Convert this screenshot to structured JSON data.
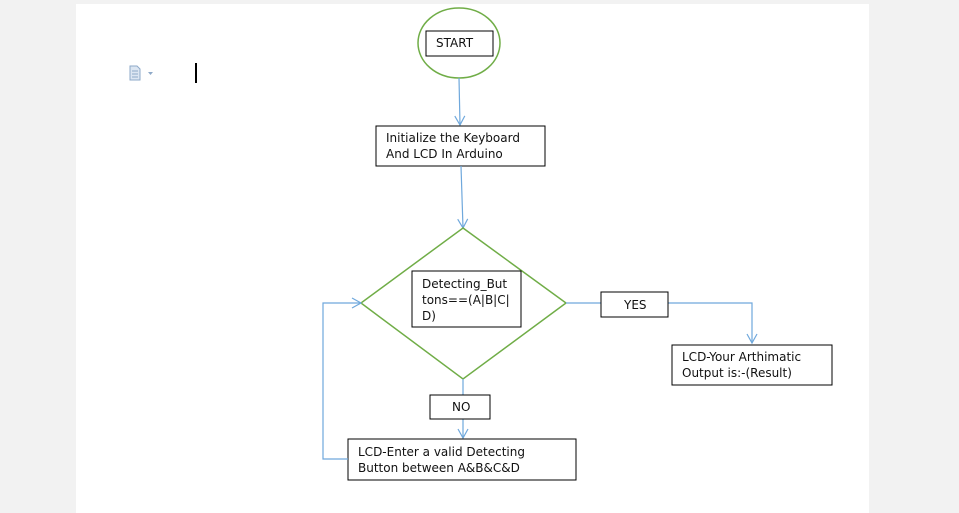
{
  "flowchart": {
    "start": "START",
    "init": [
      "Initialize the Keyboard",
      "And LCD In Arduino"
    ],
    "decision": [
      "Detecting_But",
      "tons==(A|B|C|",
      "D)"
    ],
    "yes": "YES",
    "no": "NO",
    "result": [
      "LCD-Your Arthimatic",
      "Output is:-(Result)"
    ],
    "error": [
      "LCD-Enter a valid Detecting",
      "Button between A&B&C&D"
    ]
  },
  "colors": {
    "arrow": "#6fa8dc",
    "shape_green": "#70ad47",
    "box_border": "#000000"
  },
  "icons": {
    "document": "document-icon",
    "dropdown": "chevron-down-icon"
  }
}
